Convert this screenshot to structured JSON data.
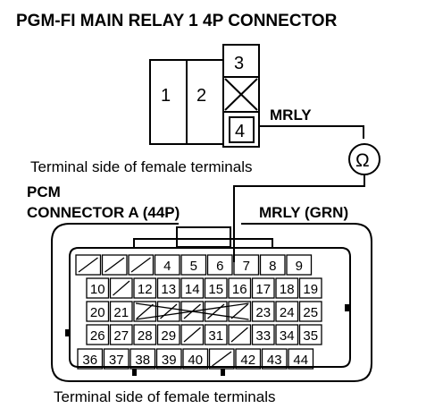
{
  "title": "PGM-FI MAIN RELAY 1 4P CONNECTOR",
  "relay_connector": {
    "terminals": [
      "1",
      "2",
      "3",
      "4"
    ],
    "empty_cavity": true
  },
  "wire_label_relay": "MRLY",
  "caption_relay": "Terminal side of female terminals",
  "ohmmeter_symbol": "Ω",
  "pcm_connector": {
    "label_line1": "PCM",
    "label_line2": "CONNECTOR A (44P)",
    "wire_label": "MRLY (GRN)",
    "rows": [
      [
        "",
        "",
        "",
        "4",
        "5",
        "6",
        "7",
        "8",
        "9"
      ],
      [
        "10",
        "",
        "12",
        "13",
        "14",
        "15",
        "16",
        "17",
        "18",
        "19"
      ],
      [
        "20",
        "21",
        "",
        "",
        "",
        "",
        "",
        "23",
        "24",
        "25"
      ],
      [
        "26",
        "27",
        "28",
        "29",
        "",
        "31",
        "",
        "33",
        "34",
        "35"
      ],
      [
        "36",
        "37",
        "38",
        "39",
        "40",
        "",
        "42",
        "43",
        "44"
      ]
    ]
  },
  "caption_pcm": "Terminal side of female terminals"
}
